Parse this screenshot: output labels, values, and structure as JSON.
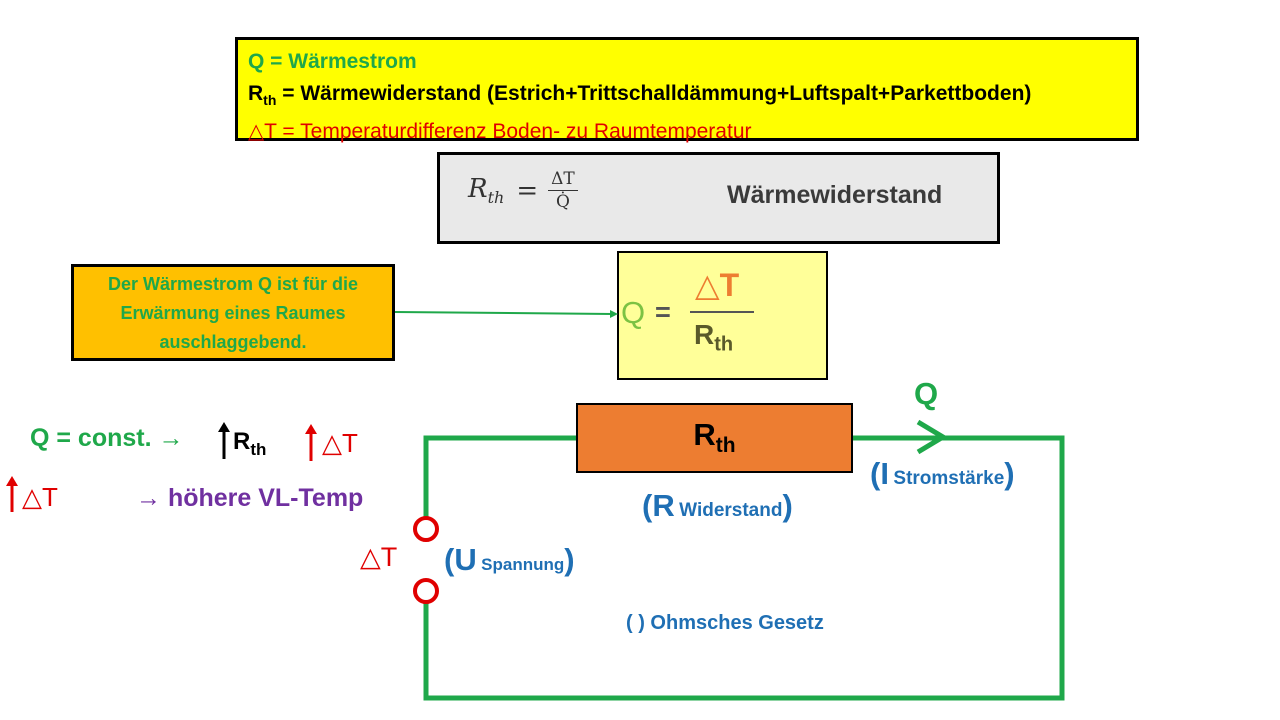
{
  "legend": {
    "line1": "Q = Wärmestrom",
    "line2_r": "R",
    "line2_sub": "th",
    "line2_rest": " =  Wärmewiderstand (Estrich+Trittschalldämmung+Luftspalt+Parkettboden)",
    "line3": "△T = Temperaturdifferenz  Boden- zu Raumtemperatur"
  },
  "formula_panel": {
    "lhs": "R",
    "lhs_sub": "th",
    "equals": "=",
    "numerator": "ΔT",
    "denominator": "Q̇",
    "label": "Wärmewiderstand"
  },
  "note": {
    "line1": "Der Wärmestrom Q ist für die",
    "line2": "Erwärmung eines Raumes",
    "line3": "auschlaggebend."
  },
  "q_formula": {
    "lhs": "Q",
    "equals": "=",
    "numerator": "△T",
    "denominator": "R",
    "denominator_sub": "th"
  },
  "circuit": {
    "resistor_label": "R",
    "resistor_sub": "th",
    "flow_label": "Q",
    "current_open": "(I",
    "current_text": "Stromstärke",
    "current_close": ")",
    "resistance_open": "(R",
    "resistance_text": "Widerstand",
    "resistance_close": ")",
    "voltage_open": "(U",
    "voltage_text": "Spannung",
    "voltage_close": ")",
    "delta_t": "△T",
    "ohm": "( ) Ohmsches Gesetz"
  },
  "side_notes": {
    "line1_text": "Q = const. →",
    "line1_rth": "R",
    "line1_rth_sub": "th",
    "line1_dt": "△T",
    "line2_dt": "△T",
    "line2_text": "→  höhere  VL-Temp"
  },
  "colors": {
    "green": "#1fa84a",
    "yellow": "#ffff00",
    "orange": "#ed7d31",
    "amber": "#ffc000",
    "blue": "#1f6fb4",
    "red": "#e00000",
    "purple": "#7030a0"
  }
}
